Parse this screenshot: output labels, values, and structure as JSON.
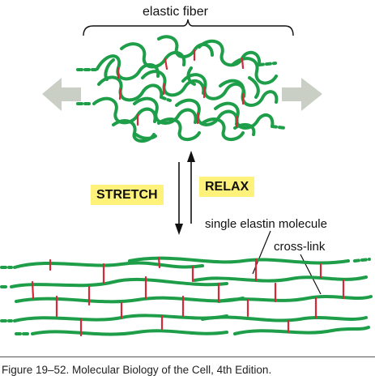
{
  "labels": {
    "elastic_fiber": "elastic fiber",
    "stretch": "STRETCH",
    "relax": "RELAX",
    "single_elastin_molecule": "single elastin molecule",
    "cross_link": "cross-link"
  },
  "caption": "Figure 19–52. Molecular Biology of the Cell, 4th Edition.",
  "colors": {
    "elastin_strand": "#1f9e4a",
    "cross_link": "#d62839",
    "stretch_arrow": "#c9cfc4",
    "highlight": "#fff27a"
  }
}
